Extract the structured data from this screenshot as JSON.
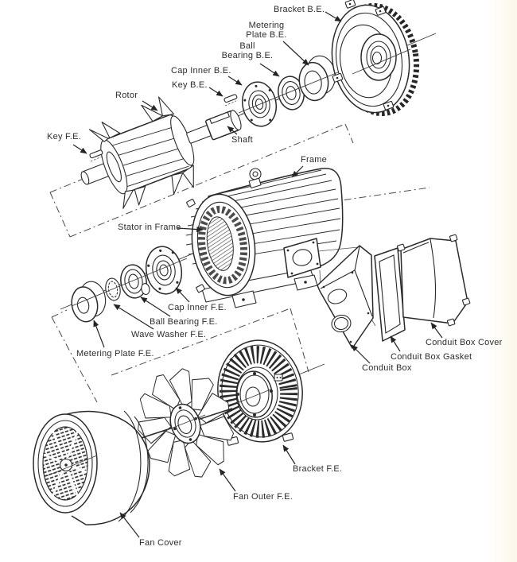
{
  "labels": {
    "bracket_be": "Bracket B.E.",
    "metering_plate_be": "Metering\nPlate B.E.",
    "ball_bearing_be": "Ball\nBearing B.E.",
    "cap_inner_be": "Cap Inner B.E.",
    "key_be": "Key B.E.",
    "rotor": "Rotor",
    "shaft": "Shaft",
    "key_fe": "Key F.E.",
    "frame": "Frame",
    "stator_in_frame": "Stator in Frame",
    "cap_inner_fe": "Cap Inner F.E.",
    "ball_bearing_fe": "Ball Bearing F.E.",
    "wave_washer_fe": "Wave Washer F.E.",
    "metering_plate_fe": "Metering Plate F.E.",
    "conduit_box_cover": "Conduit Box Cover",
    "conduit_box_gasket": "Conduit Box Gasket",
    "conduit_box": "Conduit Box",
    "bracket_fe": "Bracket F.E.",
    "fan_outer_fe": "Fan Outer F.E.",
    "fan_cover": "Fan Cover"
  },
  "colors": {
    "ink": "#2a2a2a",
    "background": "#ffffff"
  }
}
